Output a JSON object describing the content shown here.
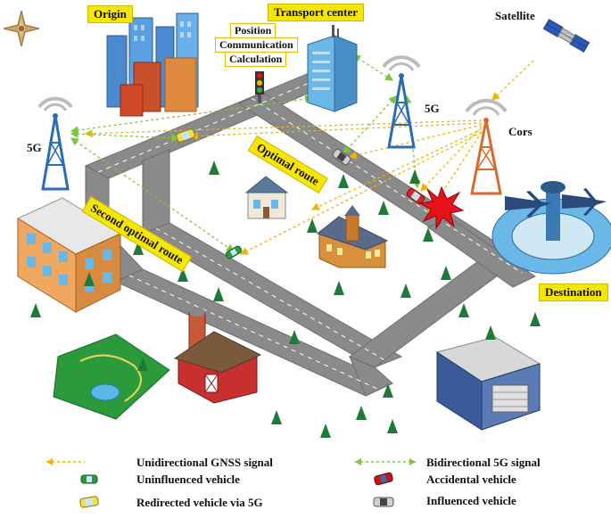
{
  "labels": {
    "origin": "Origin",
    "transport_center": "Transport center",
    "position": "Position",
    "communication": "Communication",
    "calculation": "Calculation",
    "satellite": "Satellite",
    "tower_left": "5G",
    "tower_mid": "5G",
    "cors": "Cors",
    "optimal_route": "Optimal route",
    "second_optimal_route": "Second optimal route",
    "destination": "Destination"
  },
  "legend": {
    "gnss": "Unidirectional GNSS signal",
    "fiveg": "Bidirectional 5G signal",
    "uninfluenced": "Uninfluenced vehicle",
    "accidental": "Accidental vehicle",
    "redirected": "Redirected vehicle via 5G",
    "influenced": "Influenced vehicle"
  },
  "colors": {
    "road": "#8a8a8a",
    "road_edge": "#6e6e6e",
    "grass": "#ffffff",
    "gnss_signal": "#f0b400",
    "fiveg_signal": "#7dc63c",
    "label_yellow": "#f7e600",
    "tower_blue": "#2a6db5",
    "tower_orange": "#d86a2a",
    "tree": "#1f7a3a",
    "crash": "#e8101a"
  }
}
